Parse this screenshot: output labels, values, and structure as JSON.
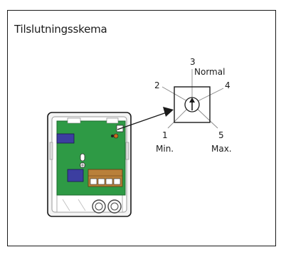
{
  "title": "Tilslutningsskema",
  "dial": {
    "positions": [
      {
        "id": "1",
        "label": "1",
        "caption": "Min."
      },
      {
        "id": "2",
        "label": "2",
        "caption": ""
      },
      {
        "id": "3",
        "label": "3",
        "caption": "Normal"
      },
      {
        "id": "4",
        "label": "4",
        "caption": ""
      },
      {
        "id": "5",
        "label": "5",
        "caption": "Max."
      }
    ]
  },
  "colors": {
    "pcb": "#2e9a45",
    "terminal": "#b9803a",
    "chip": "#3c3ea0",
    "housing": "#f2f2f2",
    "line": "#1a1a1a"
  }
}
